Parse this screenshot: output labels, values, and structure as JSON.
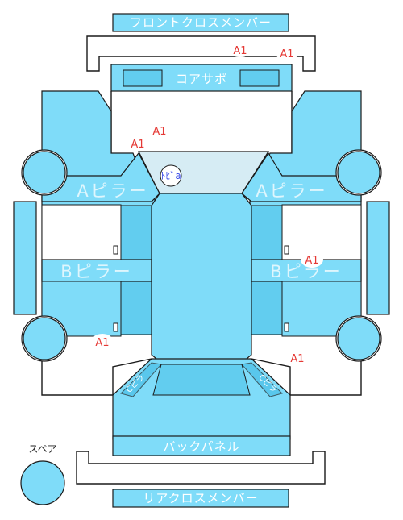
{
  "parts": {
    "front_cross_member": "フロントクロスメンバー",
    "core_support": "コアサポ",
    "a_pillar_left": "Aピラー",
    "a_pillar_right": "Aピラー",
    "b_pillar_left": "Bピラー",
    "b_pillar_right": "Bピラー",
    "back_panel": "バックパネル",
    "rear_cross_member": "リアクロスメンバー",
    "rear_pillar_left": "Cピラ",
    "rear_pillar_right": "Cピラ",
    "spare": "スペア"
  },
  "damage_marks": [
    {
      "id": "front-member-1",
      "code": "A1"
    },
    {
      "id": "front-member-2",
      "code": "A1"
    },
    {
      "id": "a-pillar-left-top",
      "code": "A1"
    },
    {
      "id": "a-pillar-left-low",
      "code": "A1"
    },
    {
      "id": "b-pillar-right",
      "code": "A1"
    },
    {
      "id": "sill-left-rear",
      "code": "A1"
    },
    {
      "id": "quarter-right",
      "code": "A1"
    }
  ],
  "stamp": {
    "text": "ﾄﾋﾞa"
  },
  "colors": {
    "part_fill": "#7fdcf9",
    "mark_color": "#e53935",
    "stamp_color": "#3b4de8"
  }
}
